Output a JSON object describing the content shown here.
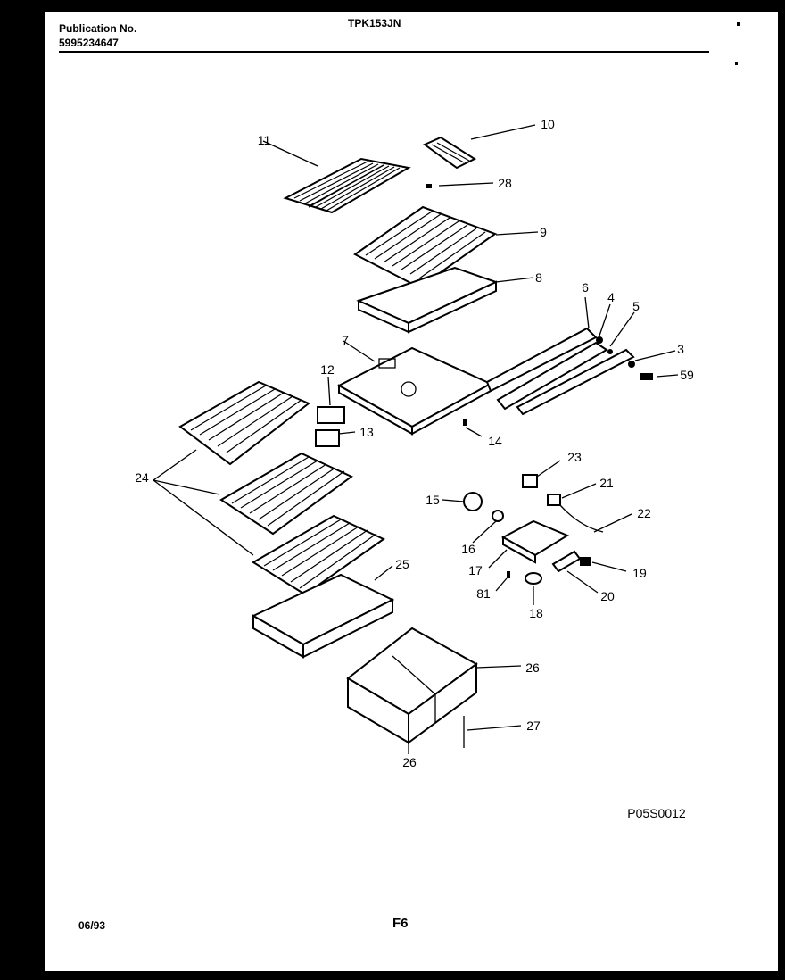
{
  "header": {
    "publication_label": "Publication No.",
    "publication_number": "5995234647",
    "model": "TPK153JN"
  },
  "footer": {
    "date": "06/93",
    "figure": "F6",
    "drawing_code": "P05S0012"
  },
  "callouts": [
    "11",
    "10",
    "28",
    "9",
    "8",
    "6",
    "4",
    "5",
    "7",
    "3",
    "59",
    "12",
    "13",
    "14",
    "24",
    "23",
    "21",
    "15",
    "22",
    "16",
    "17",
    "19",
    "81",
    "20",
    "18",
    "25",
    "26",
    "27",
    "26"
  ]
}
